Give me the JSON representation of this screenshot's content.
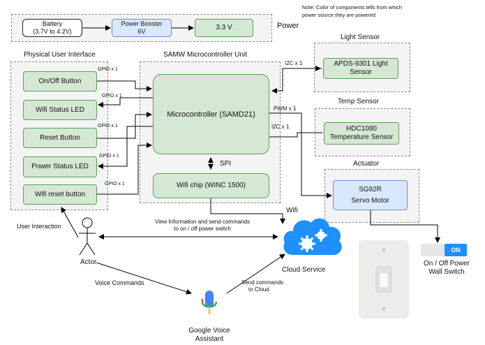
{
  "note": {
    "line1": "Note: Color of components tells from which",
    "line2": "power source they are powered"
  },
  "power": {
    "group_label": "Power",
    "battery": {
      "line1": "Battery",
      "line2": "(3.7V to 4.2V)"
    },
    "booster": {
      "line1": "Power Booster",
      "line2": "6V"
    },
    "regulator": "3.3 V"
  },
  "pui": {
    "title": "Physical User Interface",
    "items": [
      "On/Off Button",
      "Wifi Status LED",
      "Reset Button",
      "Power Status LED",
      "Wifi reset button"
    ],
    "gpio": [
      "GPIO x 1",
      "GPIO x 1",
      "GPIO x 1",
      "GPIO x 1",
      "GPIO x 1"
    ]
  },
  "mcu": {
    "title": "SAMW Microcontroller Unit",
    "micro": "Microcontroller (SAMD21)",
    "wifi_chip": "Wifi chip (WINC 1500)",
    "spi": "SPI"
  },
  "light": {
    "title": "Light Sensor",
    "line1": "APDS-9301 Light",
    "line2": "Sensor",
    "bus": "I2C x 1"
  },
  "temp": {
    "title": "Temp Sensor",
    "line1": "HDC1080",
    "line2": "Temperature Sensor",
    "bus": "I2C x 1",
    "pwm": "PWM x 1"
  },
  "actuator": {
    "title": "Actuator",
    "line1": "SG92R",
    "line2": "Servo Motor"
  },
  "switch": {
    "toggle": "ON",
    "line1": "On / Off Power",
    "line2": "Wall Switch"
  },
  "actor": {
    "label": "Actor",
    "interaction": "User Interaction",
    "voice": "Voice Commands"
  },
  "cloud": {
    "label": "Cloud Service",
    "wifi": "Wifi",
    "view_line1": "View Information and send commands",
    "view_line2": "to on / off power switch"
  },
  "google": {
    "line1": "Google Voice",
    "line2": "Assistant",
    "send_line1": "Send commands",
    "send_line2": "to Cloud"
  },
  "colors": {
    "green_fill": "#d5e8d4",
    "green_border": "#82b366",
    "blue_fill": "#dae8fc",
    "blue_border": "#6c8ebf",
    "cloud_blue": "#1e90ff"
  }
}
